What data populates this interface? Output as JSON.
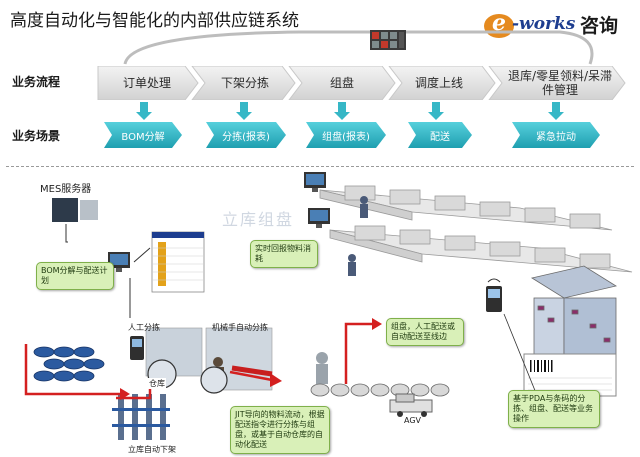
{
  "header": {
    "title": "高度自动化与智能化的内部供应链系统",
    "logo_letter": "e",
    "logo_word": "-works",
    "logo_cn": "咨询"
  },
  "rows": {
    "process_label": "业务流程",
    "scene_label": "业务场景"
  },
  "process_steps": [
    {
      "label": "订单处理"
    },
    {
      "label": "下架分拣"
    },
    {
      "label": "组盘"
    },
    {
      "label": "调度上线"
    },
    {
      "label": "退库/零星领料/呆滞件管理"
    }
  ],
  "scenes": [
    {
      "label": "BOM分解"
    },
    {
      "label": "分拣(报表)"
    },
    {
      "label": "组盘(报表)"
    },
    {
      "label": "配送"
    },
    {
      "label": "紧急拉动"
    }
  ],
  "diagram": {
    "mes_server": "MES服务器",
    "bom_note": "BOM分解与配送计划",
    "realtime_note": "实时回报物料消耗",
    "tray_note": "组盘，人工配送或自动配送至线边",
    "pda_note": "基于PDA与条码的分拣、组盘、配送等业务操作",
    "jit_note": "JIT导向的物料流动，根据配送指令进行分拣与组盘，或基于自动仓库的自动化配送",
    "manual_sort": "人工分拣",
    "robot_sort": "机械手自动分拣",
    "warehouse": "仓库",
    "auto_pick": "立库自动下架",
    "agv": "AGV",
    "watermark": "立库组盘"
  },
  "colors": {
    "process_fill": "#e6e6e6",
    "scene_fill": "#2fb8c8",
    "note_fill": "#d9f0b8",
    "arrow_red": "#d42020",
    "logo_orange": "#e58a1f"
  }
}
